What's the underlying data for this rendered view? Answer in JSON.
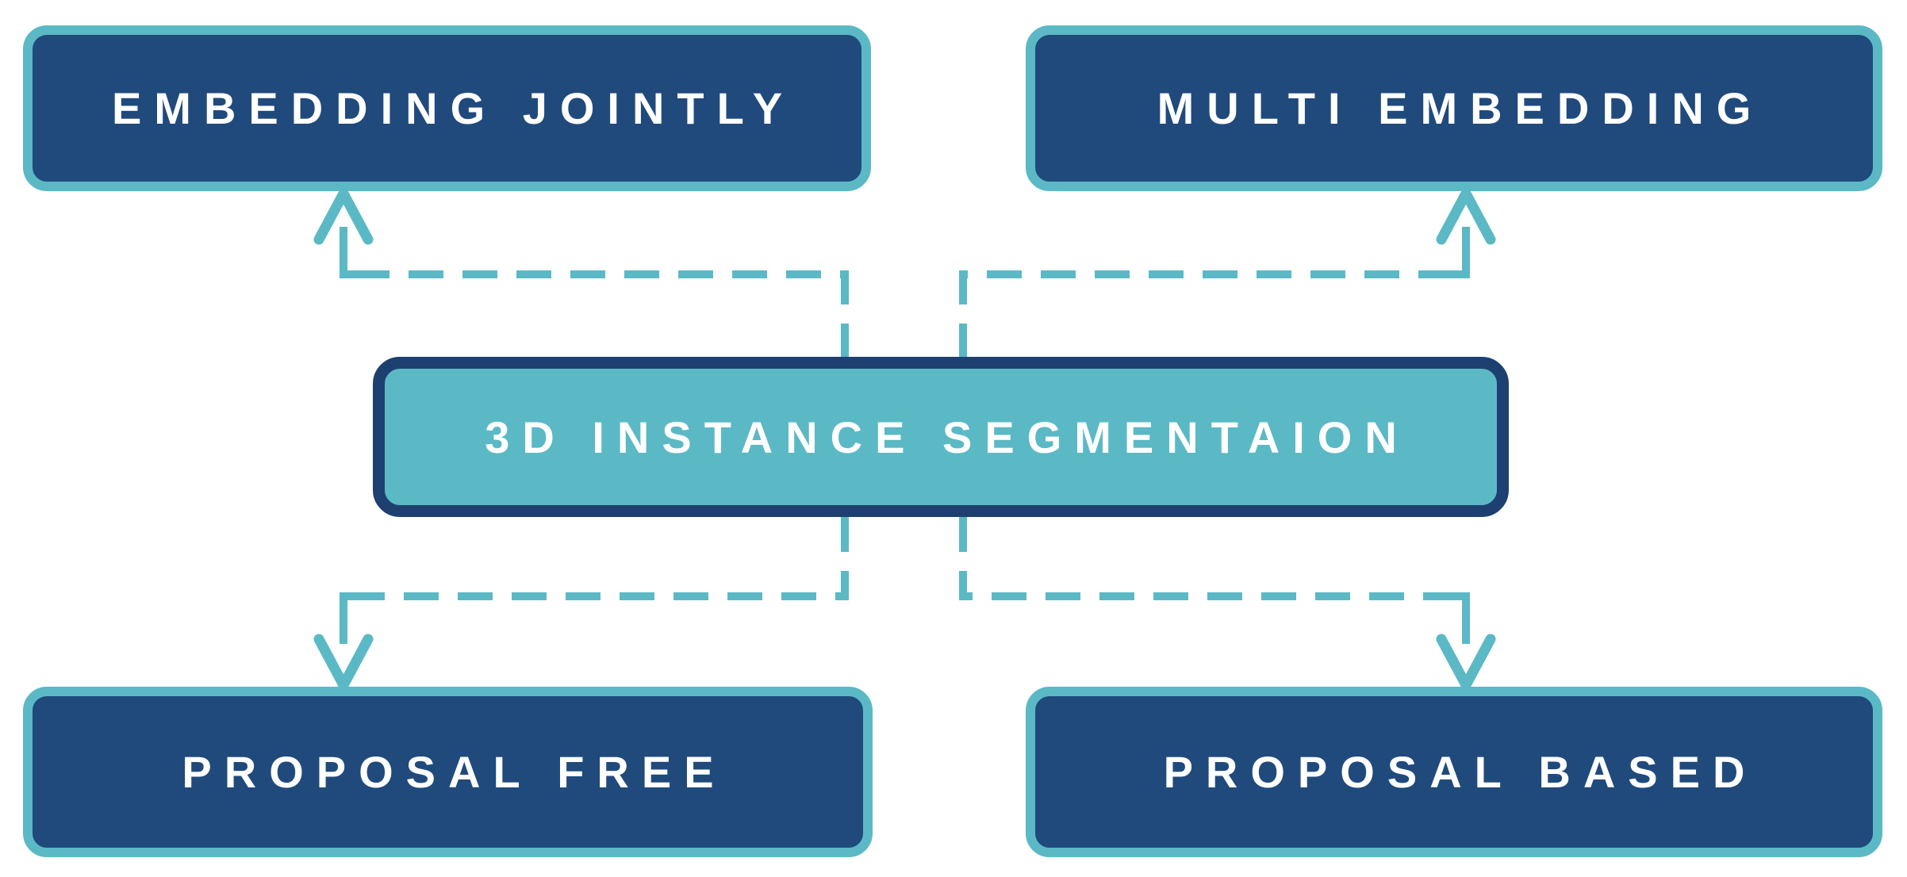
{
  "colors": {
    "background": "#ffffff",
    "navy": "#204A7C",
    "navy_dark": "#1E4070",
    "teal": "#5BB9C5",
    "text": "#ffffff"
  },
  "nodes": {
    "center": {
      "label": "3D INSTANCE SEGMENTAION"
    },
    "top_left": {
      "label": "EMBEDDING JOINTLY"
    },
    "top_right": {
      "label": "MULTI EMBEDDING"
    },
    "bottom_left": {
      "label": "PROPOSAL FREE"
    },
    "bottom_right": {
      "label": "PROPOSAL BASED"
    }
  }
}
